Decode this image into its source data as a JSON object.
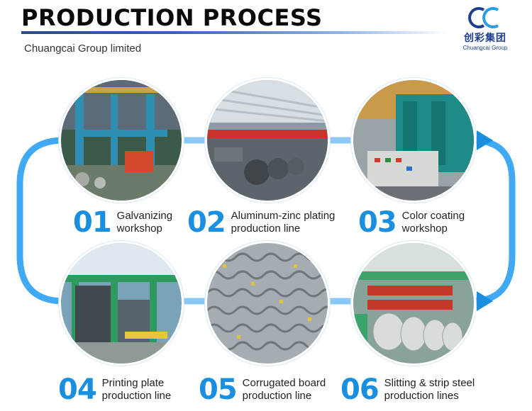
{
  "header": {
    "title": "PRODUCTION PROCESS",
    "subtitle": "Chuangcai Group limited"
  },
  "logo": {
    "text_cn": "创彩集团",
    "text_en": "Chuangcai Group",
    "color": "#1d3f8f"
  },
  "colors": {
    "accent": "#1a8fe0",
    "track": "#3fa9f5"
  },
  "steps": [
    {
      "number": "01",
      "line1": "Galvanizing",
      "line2": "workshop",
      "photo": "galvanizing-workshop-photo"
    },
    {
      "number": "02",
      "line1": "Aluminum-zinc plating",
      "line2": "production line",
      "photo": "aluminum-zinc-line-photo"
    },
    {
      "number": "03",
      "line1": "Color coating",
      "line2": "workshop",
      "photo": "color-coating-workshop-photo"
    },
    {
      "number": "04",
      "line1": "Printing plate",
      "line2": "production line",
      "photo": "printing-plate-line-photo"
    },
    {
      "number": "05",
      "line1": "Corrugated board",
      "line2": "production line",
      "photo": "corrugated-board-line-photo"
    },
    {
      "number": "06",
      "line1": "Slitting & strip steel",
      "line2": "production lines",
      "photo": "slitting-line-photo"
    }
  ]
}
